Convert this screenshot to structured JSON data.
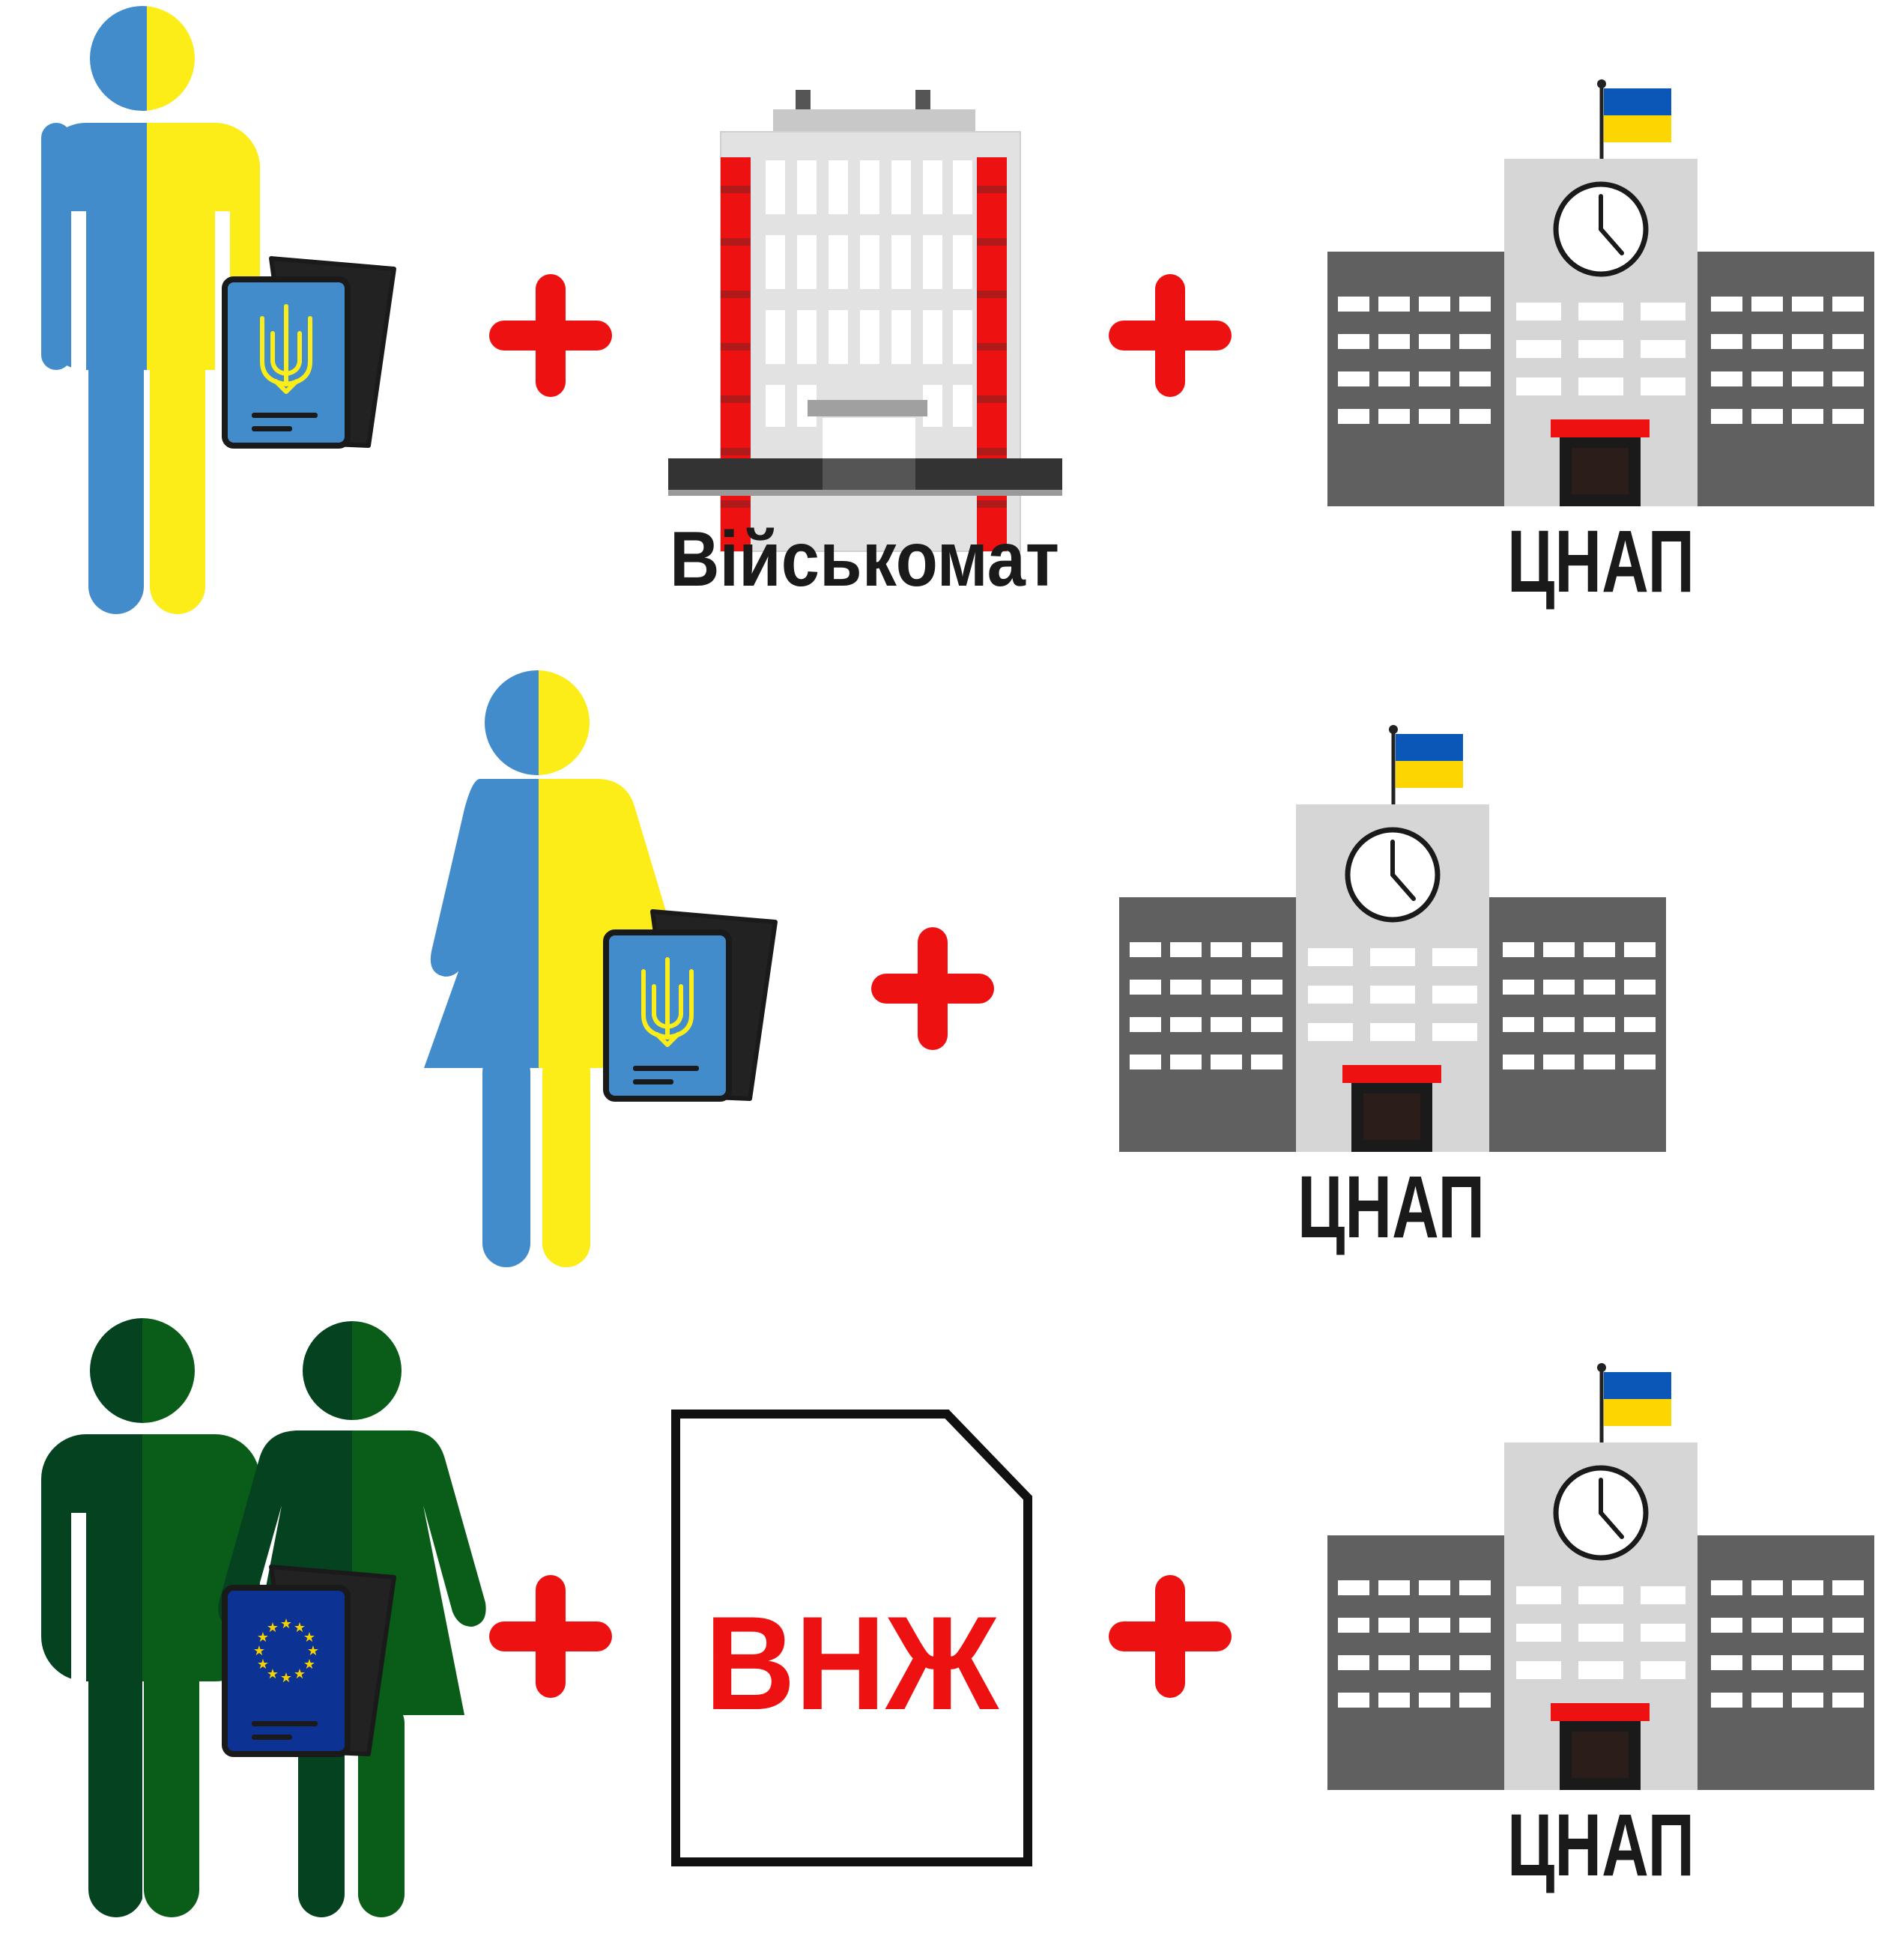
{
  "colors": {
    "ukraine_blue": "#438ccc",
    "ukraine_yellow": "#fcec18",
    "flag_blue": "#0a57b7",
    "flag_yellow": "#fdd500",
    "plus_red": "#ee1111",
    "label_dark": "#1a1a1a",
    "foreigner_dark_green": "#054220",
    "foreigner_green": "#0a5c19",
    "eu_blue": "#0c3394",
    "eu_star": "#f7d000",
    "building_gray": "#606060",
    "building_light": "#d6d6d6",
    "military_red": "#ee1111"
  },
  "rows": [
    {
      "person": "man-ukrainian-icon",
      "document": "ukrainian-passport-icon",
      "steps": [
        {
          "icon": "military-office-building-icon",
          "label": "Військомат"
        },
        {
          "icon": "cnap-building-icon",
          "label": "ЦНАП"
        }
      ]
    },
    {
      "person": "woman-ukrainian-icon",
      "document": "ukrainian-passport-icon",
      "steps": [
        {
          "icon": "cnap-building-icon",
          "label": "ЦНАП"
        }
      ]
    },
    {
      "person": "foreign-couple-icon",
      "document": "eu-passport-icon",
      "steps": [
        {
          "icon": "residence-permit-document-icon",
          "label": "ВНЖ"
        },
        {
          "icon": "cnap-building-icon",
          "label": "ЦНАП"
        }
      ]
    }
  ]
}
